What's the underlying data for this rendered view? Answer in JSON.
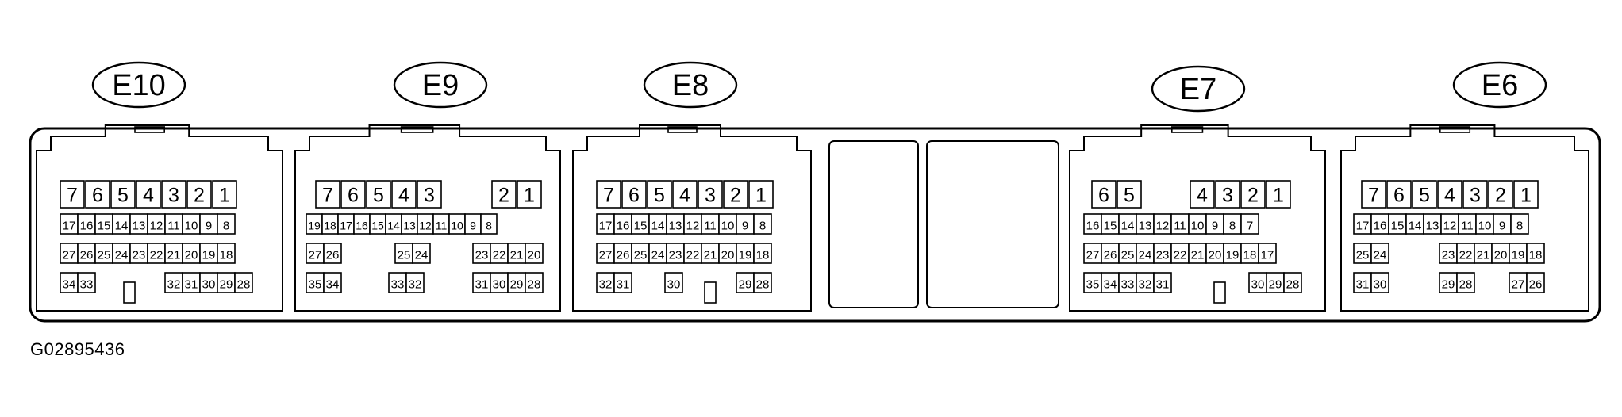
{
  "figure_id": "G02895436",
  "connectors": [
    {
      "id": "E10",
      "rows": [
        [
          "7",
          "6",
          "5",
          "4",
          "3",
          "2",
          "1"
        ],
        [
          "17",
          "16",
          "15",
          "14",
          "13",
          "12",
          "11",
          "10",
          "9",
          "8"
        ],
        [
          "27",
          "26",
          "25",
          "24",
          "23",
          "22",
          "21",
          "20",
          "19",
          "18"
        ],
        [
          "34",
          "33",
          "32",
          "31",
          "30",
          "29",
          "28"
        ]
      ]
    },
    {
      "id": "E9",
      "rows": [
        [
          "7",
          "6",
          "5",
          "4",
          "3",
          "2",
          "1"
        ],
        [
          "19",
          "18",
          "17",
          "16",
          "15",
          "14",
          "13",
          "12",
          "11",
          "10",
          "9",
          "8"
        ],
        [
          "27",
          "26",
          "25",
          "24",
          "23",
          "22",
          "21",
          "20"
        ],
        [
          "35",
          "34",
          "33",
          "32",
          "31",
          "30",
          "29",
          "28"
        ]
      ]
    },
    {
      "id": "E8",
      "rows": [
        [
          "7",
          "6",
          "5",
          "4",
          "3",
          "2",
          "1"
        ],
        [
          "17",
          "16",
          "15",
          "14",
          "13",
          "12",
          "11",
          "10",
          "9",
          "8"
        ],
        [
          "27",
          "26",
          "25",
          "24",
          "23",
          "22",
          "21",
          "20",
          "19",
          "18"
        ],
        [
          "32",
          "31",
          "30",
          "29",
          "28"
        ]
      ]
    },
    {
      "id": "E7",
      "rows": [
        [
          "6",
          "5",
          "4",
          "3",
          "2",
          "1"
        ],
        [
          "16",
          "15",
          "14",
          "13",
          "12",
          "11",
          "10",
          "9",
          "8",
          "7"
        ],
        [
          "27",
          "26",
          "25",
          "24",
          "23",
          "22",
          "21",
          "20",
          "19",
          "18",
          "17"
        ],
        [
          "35",
          "34",
          "33",
          "32",
          "31",
          "30",
          "29",
          "28"
        ]
      ]
    },
    {
      "id": "E6",
      "rows": [
        [
          "7",
          "6",
          "5",
          "4",
          "3",
          "2",
          "1"
        ],
        [
          "17",
          "16",
          "15",
          "14",
          "13",
          "12",
          "11",
          "10",
          "9",
          "8"
        ],
        [
          "25",
          "24",
          "23",
          "22",
          "21",
          "20",
          "19",
          "18"
        ],
        [
          "31",
          "30",
          "29",
          "28",
          "27",
          "26"
        ]
      ]
    }
  ]
}
